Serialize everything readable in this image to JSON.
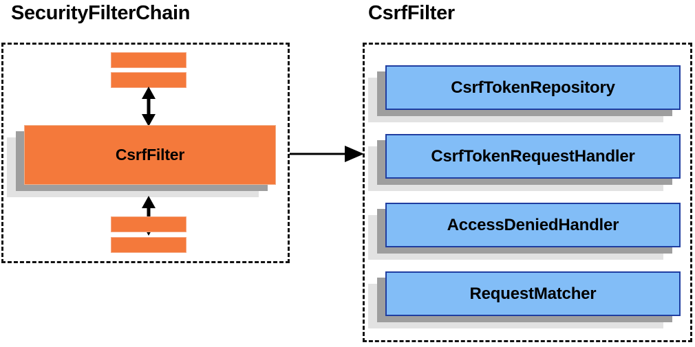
{
  "diagram": {
    "title_left": "SecurityFilterChain",
    "title_right": "CsrfFilter",
    "colors": {
      "node_blue_fill": "#82bdf7",
      "node_blue_border": "#1f3da0",
      "node_orange_fill": "#f4793b",
      "node_orange_border": "#f0b08b",
      "shadow_near": "#9e9e9e",
      "shadow_far": "#e2e2e2",
      "panel_border": "#111111",
      "arrow": "#000000",
      "text": "#000000",
      "background": "#ffffff"
    }
  },
  "left_panel": {
    "title": "SecurityFilterChain",
    "filter_node": {
      "label": "CsrfFilter"
    },
    "stripes_above": [
      {
        "label": ""
      },
      {
        "label": ""
      }
    ],
    "stripes_below": [
      {
        "label": ""
      },
      {
        "label": ""
      }
    ],
    "arrows": [
      {
        "name": "double-arrow-above",
        "direction": "bidirectional-vertical"
      },
      {
        "name": "double-arrow-below",
        "direction": "bidirectional-vertical"
      }
    ]
  },
  "right_panel": {
    "title": "CsrfFilter",
    "collaborators": [
      {
        "label": "CsrfTokenRepository"
      },
      {
        "label": "CsrfTokenRequestHandler"
      },
      {
        "label": "AccessDeniedHandler"
      },
      {
        "label": "RequestMatcher"
      }
    ]
  },
  "connector": {
    "name": "expansion-arrow",
    "direction": "left-to-right",
    "label": ""
  }
}
